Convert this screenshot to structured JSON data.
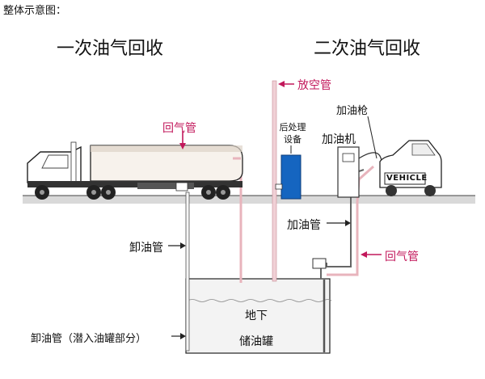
{
  "caption": "整体示意图：",
  "headings": {
    "primary": "一次油气回收",
    "secondary": "二次油气回收"
  },
  "labels": {
    "vent_pipe": "放空管",
    "vapor_return_left": "回气管",
    "treatment_device": "后处理设备",
    "nozzle": "加油枪",
    "dispenser": "加油机",
    "vehicle": "VEHICLE",
    "fuel_pipe": "加油管",
    "vapor_return_right": "回气管",
    "unload_pipe": "卸油管",
    "underground": "地下",
    "storage_tank": "储油罐",
    "unload_pipe_submerged": "卸油管（潜入油罐部分）"
  },
  "colors": {
    "pipe_pink": "#e8b4bc",
    "arrow_pink": "#c2185b",
    "device_blue": "#1565c0",
    "ground": "#d9d9d9",
    "line": "#222222"
  }
}
